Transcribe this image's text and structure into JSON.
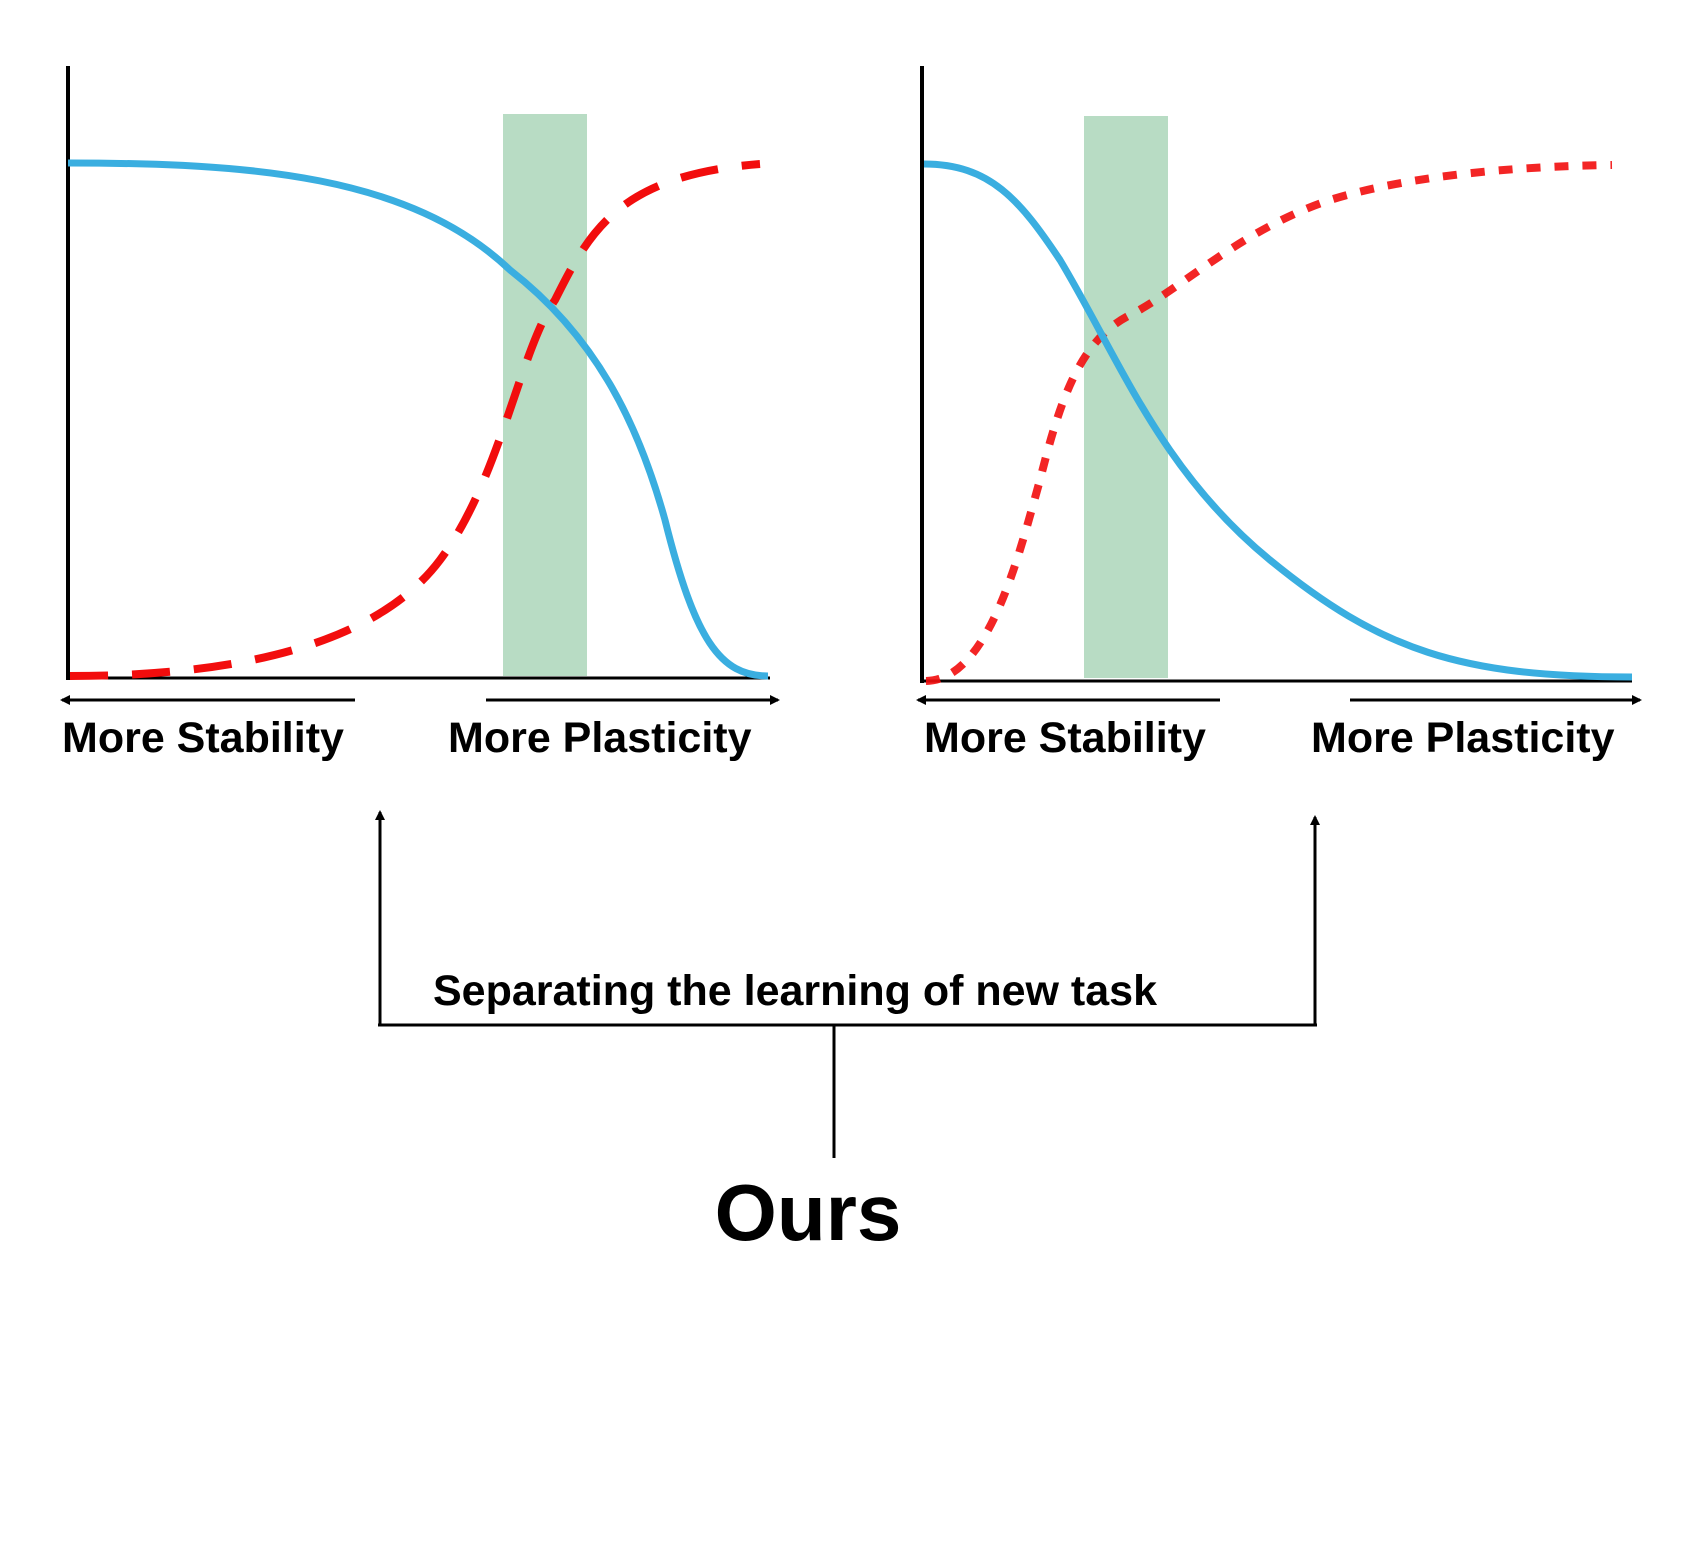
{
  "panels": [
    {
      "x_left_label": "More Stability",
      "x_right_label": "More Plasticity"
    },
    {
      "x_left_label": "More Stability",
      "x_right_label": "More Plasticity"
    }
  ],
  "annotation": "Separating the learning of new task",
  "method_label": "Ours",
  "colors": {
    "blue_curve": "#3aaee0",
    "red_curve": "#f20d0d",
    "highlight_band": "#b8dcc4",
    "axes": "#000000"
  },
  "styles": {
    "panel_1_red": "dashed",
    "panel_2_red": "dotted"
  }
}
